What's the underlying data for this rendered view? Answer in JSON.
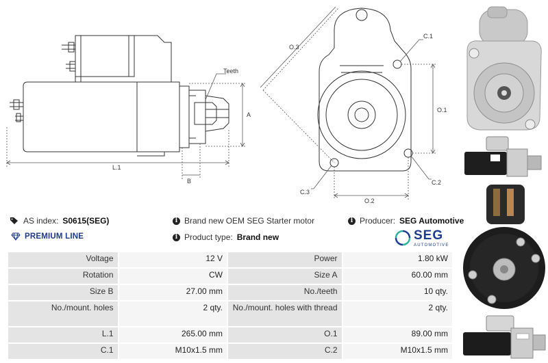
{
  "drawing": {
    "side_labels": {
      "teeth": "Teeth",
      "a": "A",
      "b": "B",
      "l1": "L.1"
    },
    "front_labels": {
      "o3": "O.3",
      "c1": "C.1",
      "o1": "O.1",
      "c3": "C.3",
      "o2": "O.2",
      "c2": "C.2"
    }
  },
  "info": {
    "as_index_label": "AS index:",
    "as_index_value": "S0615(SEG)",
    "premium_line": "PREMIUM LINE",
    "description": "Brand new OEM SEG Starter motor",
    "product_type_label": "Product type:",
    "product_type_value": "Brand new",
    "producer_label": "Producer:",
    "producer_value": "SEG Automotive"
  },
  "logo": {
    "name": "SEG",
    "sub": "AUTOMOTIVE"
  },
  "specs": [
    {
      "l1": "Voltage",
      "v1": "12 V",
      "l2": "Power",
      "v2": "1.80 kW"
    },
    {
      "l1": "Rotation",
      "v1": "CW",
      "l2": "Size A",
      "v2": "60.00 mm"
    },
    {
      "l1": "Size B",
      "v1": "27.00 mm",
      "l2": "No./teeth",
      "v2": "10 qty."
    },
    {
      "l1": "No./mount. holes",
      "v1": "2 qty.",
      "l2": "No./mount. holes with thread",
      "v2": "2 qty."
    },
    {
      "l1": "L.1",
      "v1": "265.00 mm",
      "l2": "O.1",
      "v2": "89.00 mm"
    },
    {
      "l1": "C.1",
      "v1": "M10x1.5 mm",
      "l2": "C.2",
      "v2": "M10x1.5 mm"
    }
  ]
}
